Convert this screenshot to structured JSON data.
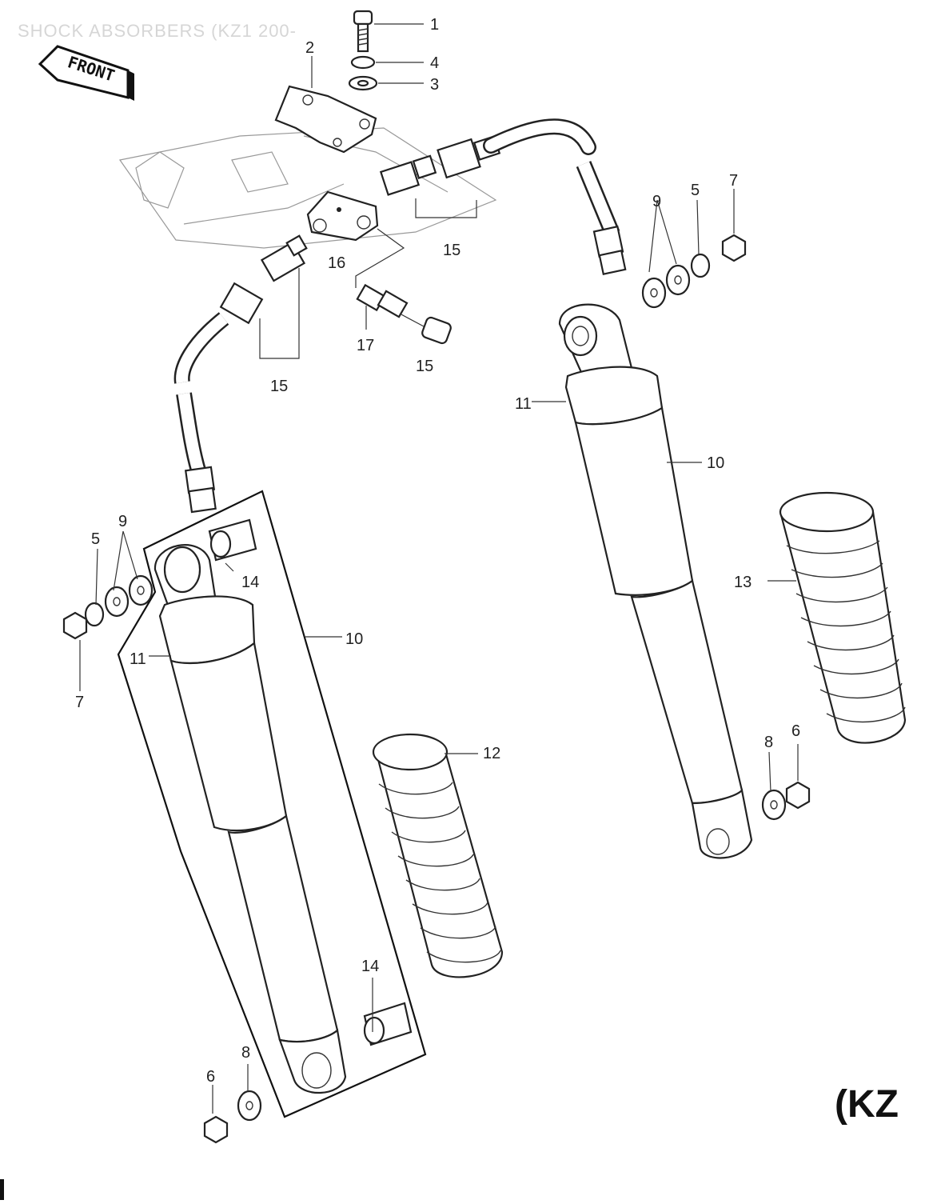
{
  "diagram": {
    "header_text": "SHOCK ABSORBERS (KZ1 200-",
    "model_tag": "(KZ",
    "front_label": "FRONT",
    "callouts": [
      {
        "id": "c1",
        "text": "1"
      },
      {
        "id": "c2",
        "text": "2"
      },
      {
        "id": "c3",
        "text": "3"
      },
      {
        "id": "c4",
        "text": "4"
      },
      {
        "id": "c5a",
        "text": "5"
      },
      {
        "id": "c5b",
        "text": "5"
      },
      {
        "id": "c6a",
        "text": "6"
      },
      {
        "id": "c6b",
        "text": "6"
      },
      {
        "id": "c7a",
        "text": "7"
      },
      {
        "id": "c7b",
        "text": "7"
      },
      {
        "id": "c8a",
        "text": "8"
      },
      {
        "id": "c8b",
        "text": "8"
      },
      {
        "id": "c9a",
        "text": "9"
      },
      {
        "id": "c9b",
        "text": "9"
      },
      {
        "id": "c10a",
        "text": "10"
      },
      {
        "id": "c10b",
        "text": "10"
      },
      {
        "id": "c11a",
        "text": "11"
      },
      {
        "id": "c11b",
        "text": "11"
      },
      {
        "id": "c12",
        "text": "12"
      },
      {
        "id": "c13",
        "text": "13"
      },
      {
        "id": "c14a",
        "text": "14"
      },
      {
        "id": "c14b",
        "text": "14"
      },
      {
        "id": "c15a",
        "text": "15"
      },
      {
        "id": "c15b",
        "text": "15"
      },
      {
        "id": "c15c",
        "text": "15"
      },
      {
        "id": "c16",
        "text": "16"
      },
      {
        "id": "c17",
        "text": "17"
      }
    ]
  }
}
